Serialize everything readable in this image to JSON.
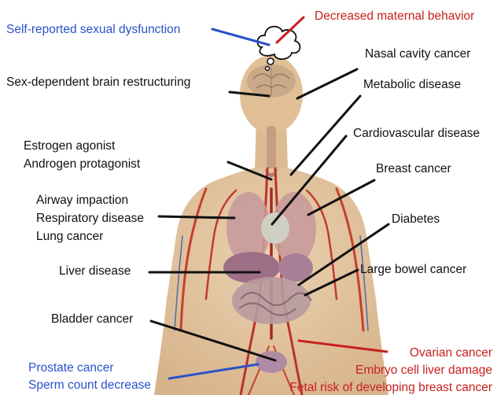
{
  "labels": {
    "self_reported_sexual_dysfunction": "Self-reported sexual dysfunction",
    "decreased_maternal_behavior": "Decreased maternal behavior",
    "nasal_cavity_cancer": "Nasal cavity cancer",
    "sex_dependent_brain_restructuring": "Sex-dependent brain restructuring",
    "metabolic_disease": "Metabolic disease",
    "cardiovascular_disease": "Cardiovascular disease",
    "estrogen_agonist": "Estrogen agonist",
    "androgen_protagonist": "Androgen protagonist",
    "breast_cancer": "Breast cancer",
    "airway_impaction": "Airway impaction",
    "respiratory_disease": "Respiratory disease",
    "lung_cancer": "Lung cancer",
    "diabetes": "Diabetes",
    "liver_disease": "Liver disease",
    "large_bowel_cancer": "Large bowel cancer",
    "bladder_cancer": "Bladder cancer",
    "ovarian_cancer": "Ovarian cancer",
    "embryo_cell_liver_damage": "Embryo cell liver damage",
    "fetal_risk_breast_cancer": "Fetal risk of developing breast cancer",
    "prostate_cancer": "Prostate cancer",
    "sperm_count_decrease": "Sperm count decrease"
  },
  "colors": {
    "male_effects": "#2a52c8",
    "female_effects": "#c8201e",
    "general_effects": "#111111",
    "skin": "#e2c4a0"
  }
}
